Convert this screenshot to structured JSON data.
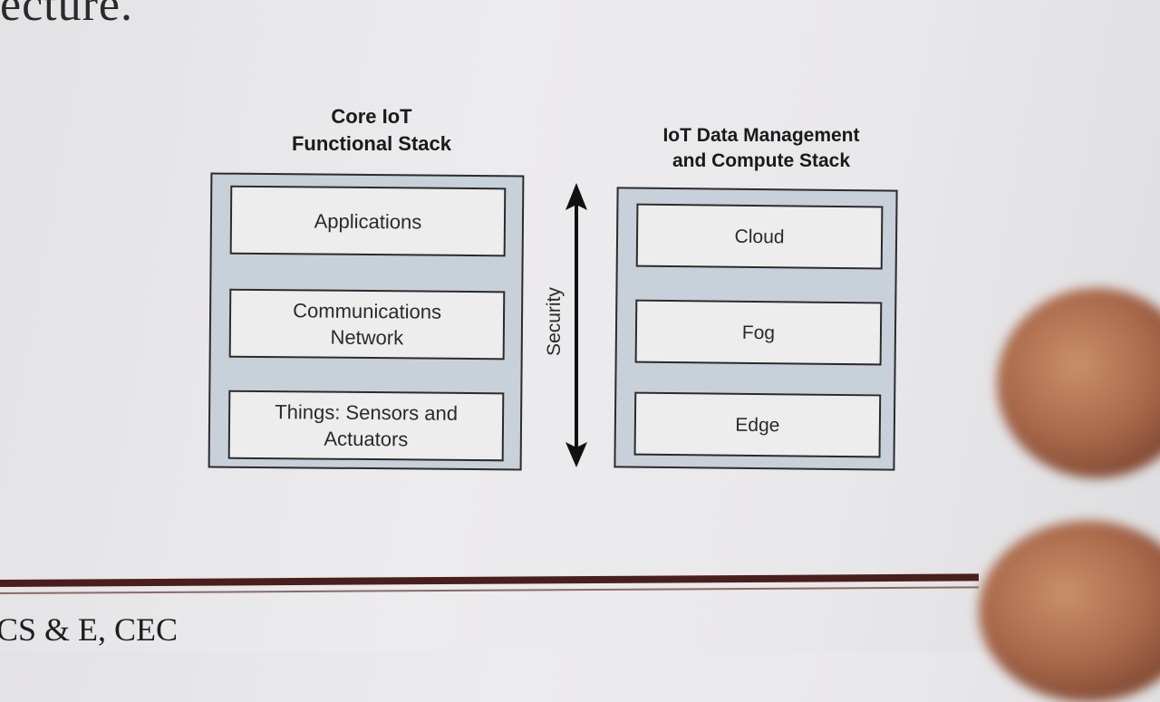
{
  "slide": {
    "title_fragment": "ecture.",
    "footer_text": "CS & E, CEC"
  },
  "diagram": {
    "left_stack": {
      "title_line1": "Core IoT",
      "title_line2": "Functional Stack",
      "layers": [
        {
          "label": "Applications"
        },
        {
          "label": "Communications\nNetwork"
        },
        {
          "label": "Things: Sensors and\nActuators"
        }
      ]
    },
    "right_stack": {
      "title_line1": "IoT Data Management",
      "title_line2": "and Compute Stack",
      "layers": [
        {
          "label": "Cloud"
        },
        {
          "label": "Fog"
        },
        {
          "label": "Edge"
        }
      ]
    },
    "security_label": "Security"
  },
  "colors": {
    "frame_fill": "#c8d0da",
    "box_fill": "#ededee",
    "footer_rule": "#4a1e1c"
  }
}
